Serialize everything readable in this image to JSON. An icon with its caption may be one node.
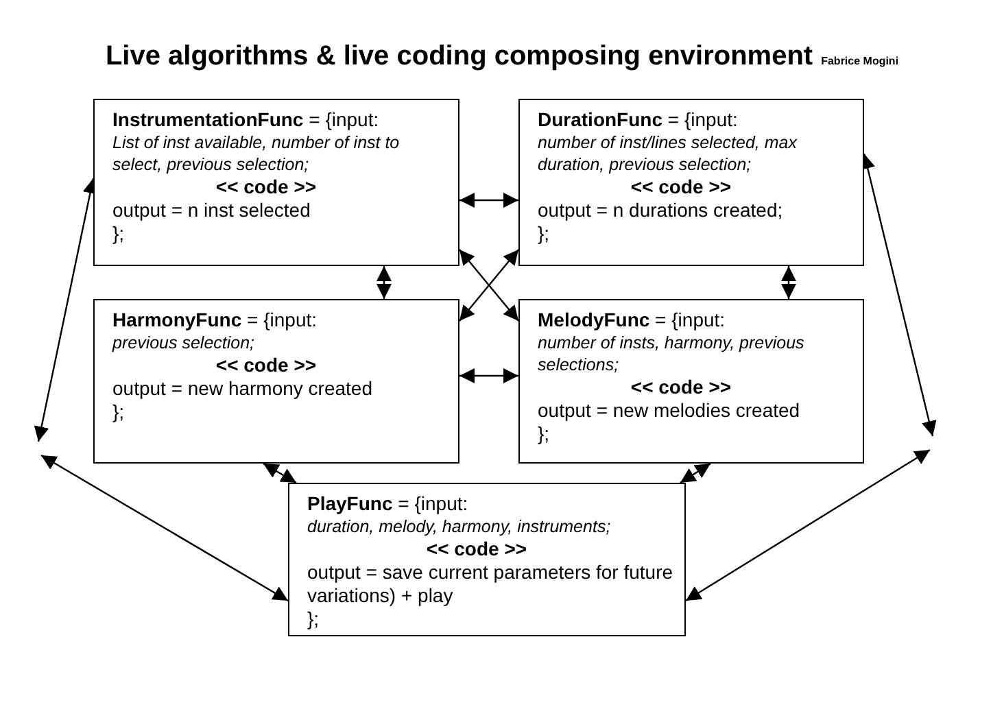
{
  "diagram": {
    "title": "Live algorithms & live coding composing environment",
    "nodes": [
      {
        "text": [
          "**InstrumentationFunc** = {input:",
          "List of inst available, number of inst to select, previous selection;",
          "<< code >>",
          "output = n inst selected",
          "};"
        ]
      },
      {
        "text": [
          "**DurationFunc** = {input:",
          "number of inst/lines selected, max duration, previous selection;",
          "<< code >>",
          "output = n durations created;",
          "};"
        ]
      },
      {
        "text": [
          "**HarmonyFunc** = {input:",
          "previous selection;",
          "<< code >>",
          "output = new harmony created",
          "};"
        ]
      },
      {
        "text": [
          "**MelodyFunc** = {input:",
          "number of insts, harmony, previous selections;",
          "<< code >>",
          "output = new melodies created",
          "};"
        ]
      },
      {
        "text": [
          "**PlayFunc** = {input:",
          "duration, melody, harmony, instruments;",
          "<< code >>",
          "output = save current parameters for future variations) + play",
          "};"
        ]
      }
    ],
    "edges": [
      {
        "from": 0,
        "to": 1,
        "arrow": "both"
      },
      {
        "from": 0,
        "to": 2,
        "arrow": "both"
      },
      {
        "from": 1,
        "to": 3,
        "arrow": "both"
      },
      {
        "from": 0,
        "to": 3,
        "arrow": "both"
      },
      {
        "from": 2,
        "to": 1,
        "arrow": "both"
      },
      {
        "from": 2,
        "to": 3,
        "arrow": "both"
      },
      {
        "from": 2,
        "to": 4,
        "arrow": "both"
      },
      {
        "from": 3,
        "to": 4,
        "arrow": "both"
      },
      {
        "from": null,
        "to": 0,
        "arrow": "both"
      },
      {
        "from": null,
        "to": 4,
        "arrow": "both"
      },
      {
        "from": null,
        "to": 1,
        "arrow": "both"
      },
      {
        "from": null,
        "to": 4,
        "arrow": "both"
      }
    ],
    "labels": [
      "Fabrice Mogini"
    ]
  }
}
